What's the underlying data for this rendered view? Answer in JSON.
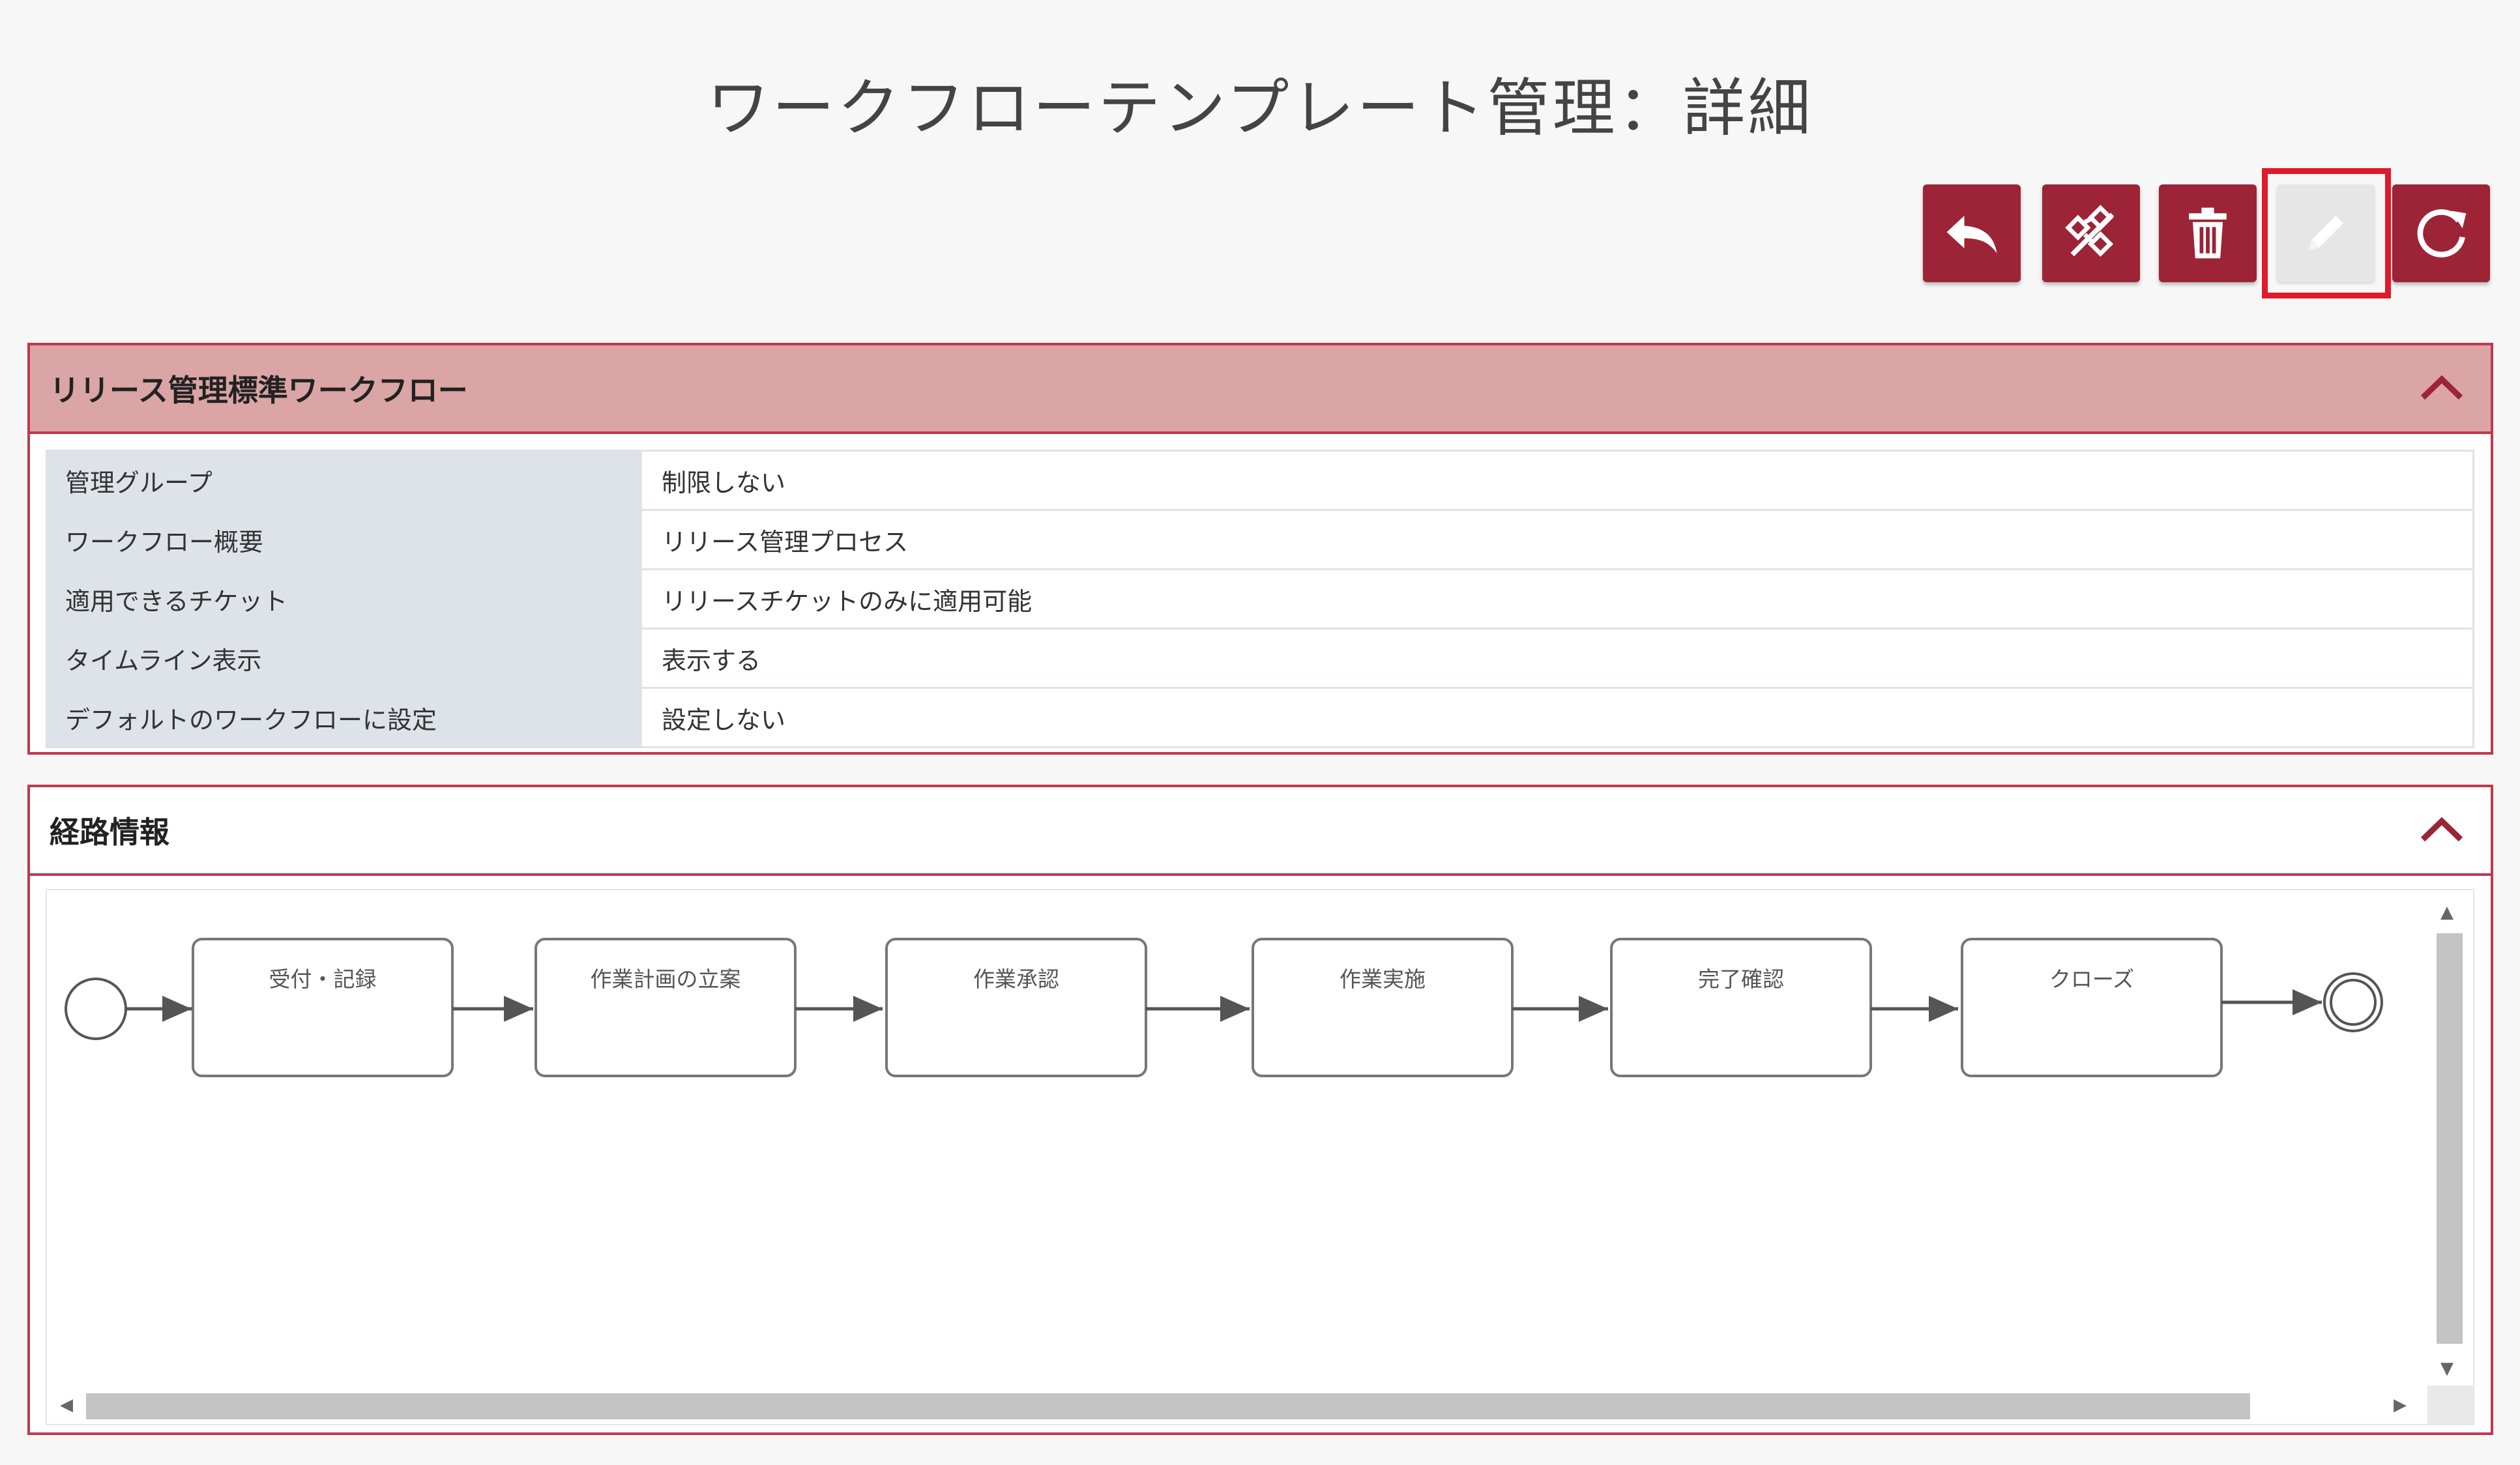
{
  "page": {
    "title": "ワークフローテンプレート管理：詳細"
  },
  "toolbar": {
    "buttons": [
      {
        "icon": "back-arrow-icon",
        "state": "enabled"
      },
      {
        "icon": "workflow-edit-icon",
        "state": "enabled"
      },
      {
        "icon": "trash-icon",
        "state": "enabled"
      },
      {
        "icon": "pencil-icon",
        "state": "disabled",
        "highlighted": true
      },
      {
        "icon": "refresh-icon",
        "state": "enabled"
      }
    ],
    "accent_color": "#9c2436",
    "highlight_color": "#e01a2b"
  },
  "workflow_panel": {
    "title": "リリース管理標準ワークフロー",
    "rows": [
      {
        "label": "管理グループ",
        "value": "制限しない"
      },
      {
        "label": "ワークフロー概要",
        "value": "リリース管理プロセス"
      },
      {
        "label": "適用できるチケット",
        "value": "リリースチケットのみに適用可能"
      },
      {
        "label": "タイムライン表示",
        "value": "表示する"
      },
      {
        "label": "デフォルトのワークフローに設定",
        "value": "設定しない"
      }
    ],
    "header_color": "#dba5a5"
  },
  "route_panel": {
    "title": "経路情報",
    "steps": [
      {
        "label": "受付・記録"
      },
      {
        "label": "作業計画の立案"
      },
      {
        "label": "作業承認"
      },
      {
        "label": "作業実施"
      },
      {
        "label": "完了確認"
      },
      {
        "label": "クローズ"
      }
    ]
  }
}
